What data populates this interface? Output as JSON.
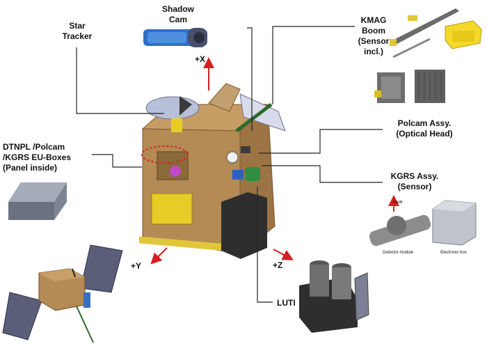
{
  "labels": {
    "shadow_cam": "Shadow\nCam",
    "star_tracker": "Star\nTracker",
    "kmag_boom": "KMAG\nBoom\n(Sensor\nincl.)",
    "polcam": "Polcam Assy.\n(Optical Head)",
    "dtnpl": "DTNPL /Polcam\n/KGRS  EU-Boxes\n(Panel inside)",
    "kgrs": "KGRS Assy.\n(Sensor)",
    "luti": "LUTI",
    "kgrs_nadir": "Nadir",
    "kgrs_detector": "Detector module",
    "kgrs_electronic": "Electronic box"
  },
  "axes": {
    "x": "+X",
    "y": "+Y",
    "z": "+Z"
  },
  "colors": {
    "axis_arrow": "#d62020",
    "leader_line": "#222222",
    "panel_body": "#b48a55",
    "solar_panel": "#5a5e78"
  }
}
